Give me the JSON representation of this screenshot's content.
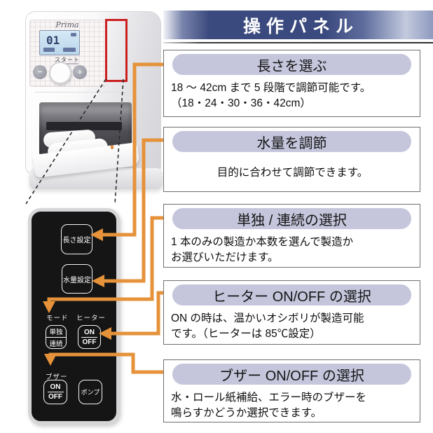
{
  "header": {
    "title": "操作パネル"
  },
  "machine": {
    "brand": "Prima",
    "lcd_value": "01",
    "start_label": "スタート",
    "minus": "−",
    "plus": "+"
  },
  "control_panel": {
    "length_button": "長さ設定",
    "water_button": "水量設定",
    "mode_label": "モード",
    "heater_label": "ヒーター",
    "mode_top": "単独",
    "mode_bottom": "連続",
    "on": "ON",
    "off": "OFF",
    "buzzer_label": "ブザー",
    "pump_button": "ポンプ"
  },
  "callouts": [
    {
      "title": "長さを選ぶ",
      "body": "18 ～ 42cm まで 5 段階で調節可能です。\n（18・24・30・36・42cm）"
    },
    {
      "title": "水量を調節",
      "body": "目的に合わせて調節できます。"
    },
    {
      "title": "単独 / 連続の選択",
      "body": "1 本のみの製造か本数を選んで製造か\nお選びいただけます。"
    },
    {
      "title": "ヒーター ON/OFF の選択",
      "body": "ON の時は、温かいオシボリが製造可能\nです。（ヒーターは 85℃設定）"
    },
    {
      "title": "ブザー ON/OFF の選択",
      "body": "水・ロール紙補給、エラー時のブザーを\n鳴らすかどうか選択できます。"
    }
  ],
  "colors": {
    "header_navy": "#3b4a7e",
    "pill_lavender": "#c5c6dc",
    "connector_orange": "#e5923a",
    "highlight_red": "#cb1f1f"
  }
}
